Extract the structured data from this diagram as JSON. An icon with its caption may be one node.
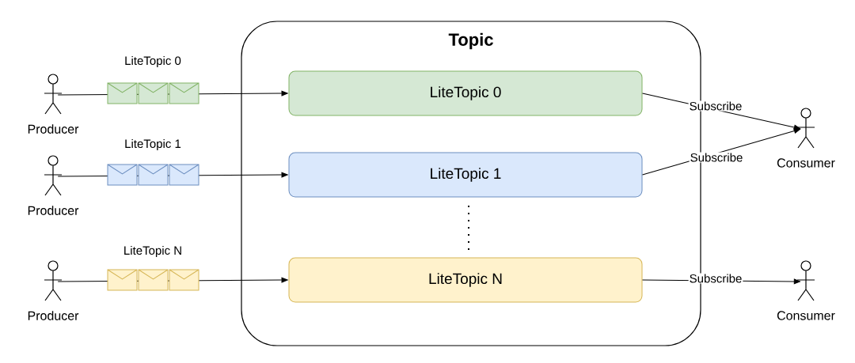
{
  "diagram": {
    "nodes": [
      {
        "text": [
          "Topic"
        ]
      },
      {
        "text": [
          "LiteTopic 0"
        ],
        "in": 0
      },
      {
        "text": [
          "LiteTopic 1"
        ],
        "in": 0
      },
      {
        "text": [
          "LiteTopic N"
        ],
        "in": 0
      },
      {
        "text": [
          "Producer"
        ]
      },
      {
        "text": [
          "Producer"
        ]
      },
      {
        "text": [
          "Producer"
        ]
      },
      {
        "text": [
          "Consumer"
        ]
      },
      {
        "text": [
          "Consumer"
        ]
      }
    ],
    "edges": [
      {
        "from": 4,
        "to": 1,
        "arrow": "to",
        "label": "LiteTopic 0"
      },
      {
        "from": 5,
        "to": 2,
        "arrow": "to",
        "label": "LiteTopic 1"
      },
      {
        "from": 6,
        "to": 3,
        "arrow": "to",
        "label": "LiteTopic N"
      },
      {
        "from": 1,
        "to": 7,
        "arrow": "to",
        "label": "Subscribe"
      },
      {
        "from": 2,
        "to": 7,
        "arrow": "to",
        "label": "Subscribe"
      },
      {
        "from": 3,
        "to": 8,
        "arrow": "to",
        "label": "Subscribe"
      }
    ]
  }
}
